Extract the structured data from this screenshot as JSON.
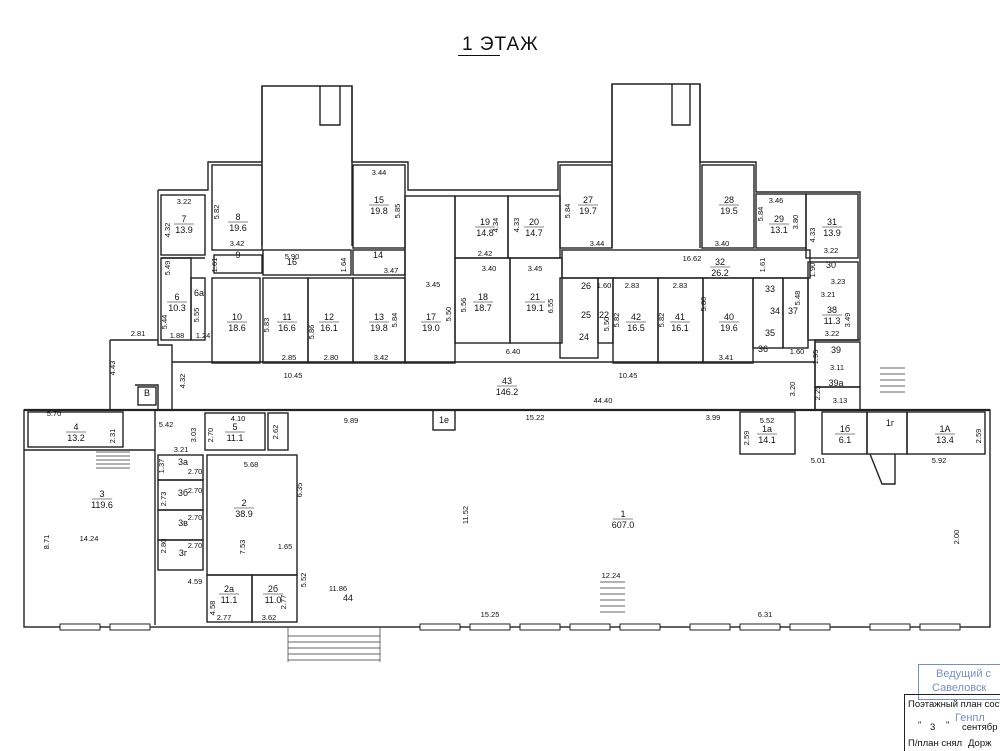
{
  "title": "1 ЭТАЖ",
  "rooms": [
    {
      "id": "r1",
      "num": "1",
      "area": "607.0"
    },
    {
      "id": "r1a",
      "num": "1а",
      "area": "14.1"
    },
    {
      "id": "r1A",
      "num": "1А",
      "area": "13.4"
    },
    {
      "id": "r1b",
      "num": "1б",
      "area": "6.1"
    },
    {
      "id": "r1g",
      "num": "1г",
      "area": ""
    },
    {
      "id": "r1e",
      "num": "1е",
      "area": ""
    },
    {
      "id": "r2",
      "num": "2",
      "area": "38.9"
    },
    {
      "id": "r2a",
      "num": "2а",
      "area": "11.1"
    },
    {
      "id": "r2b",
      "num": "2б",
      "area": "11.0"
    },
    {
      "id": "r3",
      "num": "3",
      "area": "119.6"
    },
    {
      "id": "r3a",
      "num": "3а",
      "area": ""
    },
    {
      "id": "r3b",
      "num": "3б",
      "area": ""
    },
    {
      "id": "r3v",
      "num": "3в",
      "area": ""
    },
    {
      "id": "r3g",
      "num": "3г",
      "area": ""
    },
    {
      "id": "r4",
      "num": "4",
      "area": "13.2"
    },
    {
      "id": "r5",
      "num": "5",
      "area": "11.1"
    },
    {
      "id": "r6",
      "num": "6",
      "area": "10.3"
    },
    {
      "id": "r6a",
      "num": "6а",
      "area": ""
    },
    {
      "id": "r7",
      "num": "7",
      "area": "13.9"
    },
    {
      "id": "r8",
      "num": "8",
      "area": "19.6"
    },
    {
      "id": "r9",
      "num": "9",
      "area": ""
    },
    {
      "id": "r10",
      "num": "10",
      "area": "18.6"
    },
    {
      "id": "r11",
      "num": "11",
      "area": "16.6"
    },
    {
      "id": "r12",
      "num": "12",
      "area": "16.1"
    },
    {
      "id": "r13",
      "num": "13",
      "area": "19.8"
    },
    {
      "id": "r14",
      "num": "14",
      "area": ""
    },
    {
      "id": "r15",
      "num": "15",
      "area": "19.8"
    },
    {
      "id": "r16",
      "num": "16",
      "area": ""
    },
    {
      "id": "r17",
      "num": "17",
      "area": "19.0"
    },
    {
      "id": "r18",
      "num": "18",
      "area": "18.7"
    },
    {
      "id": "r19",
      "num": "19",
      "area": "14.8"
    },
    {
      "id": "r20",
      "num": "20",
      "area": "14.7"
    },
    {
      "id": "r21",
      "num": "21",
      "area": "19.1"
    },
    {
      "id": "r22",
      "num": "22",
      "area": ""
    },
    {
      "id": "r24",
      "num": "24",
      "area": ""
    },
    {
      "id": "r25",
      "num": "25",
      "area": ""
    },
    {
      "id": "r26",
      "num": "26",
      "area": ""
    },
    {
      "id": "r27",
      "num": "27",
      "area": "19.7"
    },
    {
      "id": "r28",
      "num": "28",
      "area": "19.5"
    },
    {
      "id": "r29",
      "num": "29",
      "area": "13.1"
    },
    {
      "id": "r30",
      "num": "30",
      "area": ""
    },
    {
      "id": "r31",
      "num": "31",
      "area": "13.9"
    },
    {
      "id": "r32",
      "num": "32",
      "area": "26.2"
    },
    {
      "id": "r33",
      "num": "33",
      "area": ""
    },
    {
      "id": "r34",
      "num": "34",
      "area": ""
    },
    {
      "id": "r35",
      "num": "35",
      "area": ""
    },
    {
      "id": "r36",
      "num": "36",
      "area": ""
    },
    {
      "id": "r37",
      "num": "37",
      "area": ""
    },
    {
      "id": "r38",
      "num": "38",
      "area": "11.3"
    },
    {
      "id": "r39",
      "num": "39",
      "area": ""
    },
    {
      "id": "r39a",
      "num": "39а",
      "area": ""
    },
    {
      "id": "r40",
      "num": "40",
      "area": "19.6"
    },
    {
      "id": "r41",
      "num": "41",
      "area": "16.1"
    },
    {
      "id": "r42",
      "num": "42",
      "area": "16.5"
    },
    {
      "id": "r43",
      "num": "43",
      "area": "146.2"
    },
    {
      "id": "r44",
      "num": "44",
      "area": ""
    },
    {
      "id": "rB",
      "num": "В",
      "area": ""
    }
  ],
  "dims": [
    "3.22",
    "4.32",
    "5.82",
    "3.42",
    "5.49",
    "5.44",
    "5.55",
    "1.88",
    "1.24",
    "1.61",
    "5.90",
    "1.64",
    "3.47",
    "3.44",
    "5.85",
    "3.45",
    "5.56",
    "5.50",
    "5.83",
    "5.86",
    "5.84",
    "2.85",
    "2.80",
    "3.42",
    "10.45",
    "2.42",
    "3.40",
    "4.34",
    "4.33",
    "3.45",
    "6.40",
    "6.55",
    "5.84",
    "3.44",
    "1.60",
    "2.83",
    "2.83",
    "5.50",
    "5.82",
    "5.82",
    "5.80",
    "3.41",
    "10.45",
    "16.62",
    "3.40",
    "1.61",
    "3.46",
    "5.84",
    "3.80",
    "4.33",
    "3.22",
    "1.90",
    "3.23",
    "3.21",
    "3.49",
    "5.48",
    "3.22",
    "1.60",
    "1.95",
    "3.11",
    "3.20",
    "2.25",
    "3.13",
    "44.40",
    "2.81",
    "4.43",
    "4.32",
    "5.70",
    "2.31",
    "5.42",
    "3.03",
    "4.10",
    "2.70",
    "3.21",
    "2.62",
    "9.89",
    "15.22",
    "3.99",
    "5.52",
    "2.59",
    "5.01",
    "5.92",
    "2.59",
    "2.70",
    "1.37",
    "5.68",
    "2.70",
    "2.73",
    "2.70",
    "6.35",
    "2.80",
    "2.70",
    "7.53",
    "1.65",
    "4.59",
    "4.58",
    "2.77",
    "2.77",
    "3.62",
    "5.52",
    "11.86",
    "8.71",
    "14.24",
    "11.52",
    "2.00",
    "12.24",
    "15.25",
    "6.31"
  ],
  "stamp": {
    "line1": "Ведущий с",
    "line2": "Савеловск",
    "line3": "Генпл"
  },
  "note": {
    "line1": "Поэтажный план составле",
    "line2_q1": "\"",
    "line2_num": "3",
    "line2_q2": "\"",
    "line2_month": "сентябр",
    "line3": "П/план снял",
    "line3_name": "Дорж"
  }
}
